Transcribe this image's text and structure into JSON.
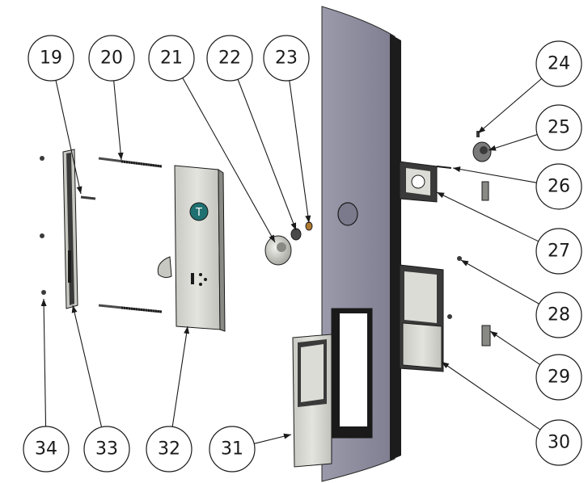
{
  "diagram": {
    "callouts": [
      {
        "id": "19",
        "label": "19"
      },
      {
        "id": "20",
        "label": "20"
      },
      {
        "id": "21",
        "label": "21"
      },
      {
        "id": "22",
        "label": "22"
      },
      {
        "id": "23",
        "label": "23"
      },
      {
        "id": "24",
        "label": "24"
      },
      {
        "id": "25",
        "label": "25"
      },
      {
        "id": "26",
        "label": "26"
      },
      {
        "id": "27",
        "label": "27"
      },
      {
        "id": "28",
        "label": "28"
      },
      {
        "id": "29",
        "label": "29"
      },
      {
        "id": "30",
        "label": "30"
      },
      {
        "id": "31",
        "label": "31"
      },
      {
        "id": "32",
        "label": "32"
      },
      {
        "id": "33",
        "label": "33"
      },
      {
        "id": "34",
        "label": "34"
      }
    ],
    "colors": {
      "door_face": "#8c8c9e",
      "door_edge": "#1c1c1c",
      "part_light": "#d9d9d4",
      "part_mid": "#b8b8b3",
      "part_dark": "#3a3a3a",
      "line": "#1a1a1a"
    }
  }
}
